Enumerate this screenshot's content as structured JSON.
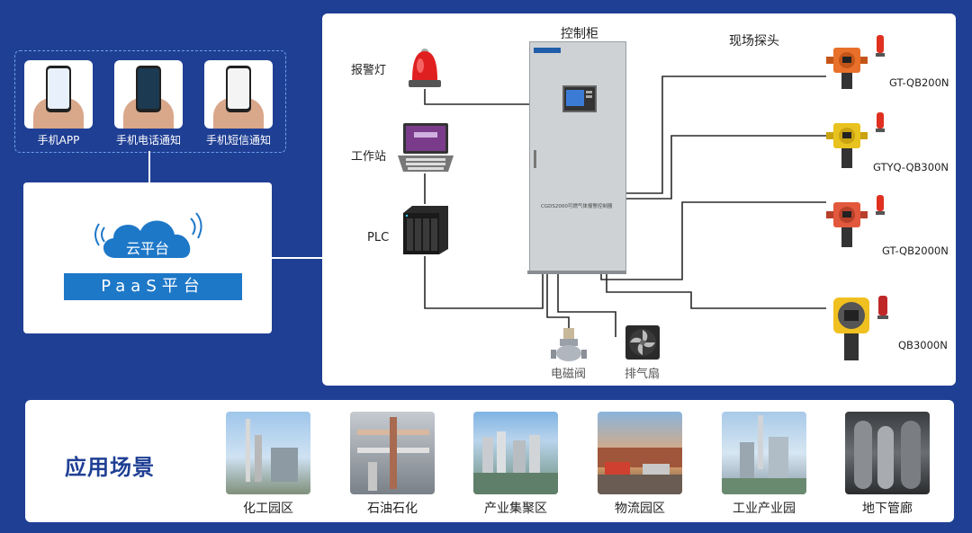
{
  "mobile": {
    "items": [
      {
        "label": "手机APP"
      },
      {
        "label": "手机电话通知"
      },
      {
        "label": "手机短信通知"
      }
    ]
  },
  "cloud": {
    "label": "云平台",
    "paas_label": "PaaS平台"
  },
  "system": {
    "cabinet_label": "控制柜",
    "cabinet_plate": "CGDS2000可燃气体报警控制器",
    "alarm_light_label": "报警灯",
    "workstation_label": "工作站",
    "plc_label": "PLC",
    "valve_label": "电磁阀",
    "fan_label": "排气扇",
    "field_probe_label": "现场探头",
    "detectors": [
      {
        "model": "GT-QB200N",
        "color": "#e8702a"
      },
      {
        "model": "GTYQ-QB300N",
        "color": "#e8c21e"
      },
      {
        "model": "GT-QB2000N",
        "color": "#e2583c"
      },
      {
        "model": "QB3000N",
        "color": "#f0c020"
      }
    ]
  },
  "scenarios": {
    "title": "应用场景",
    "items": [
      {
        "label": "化工园区",
        "icon": "chemical-park-photo"
      },
      {
        "label": "石油石化",
        "icon": "petrochemical-photo"
      },
      {
        "label": "产业集聚区",
        "icon": "industrial-cluster-photo"
      },
      {
        "label": "物流园区",
        "icon": "logistics-park-photo"
      },
      {
        "label": "工业产业园",
        "icon": "industrial-park-photo"
      },
      {
        "label": "地下管廊",
        "icon": "utility-tunnel-photo"
      }
    ]
  },
  "colors": {
    "background": "#1f3f94",
    "accent": "#1e78c8",
    "paas_bar": "#1e78c8"
  }
}
